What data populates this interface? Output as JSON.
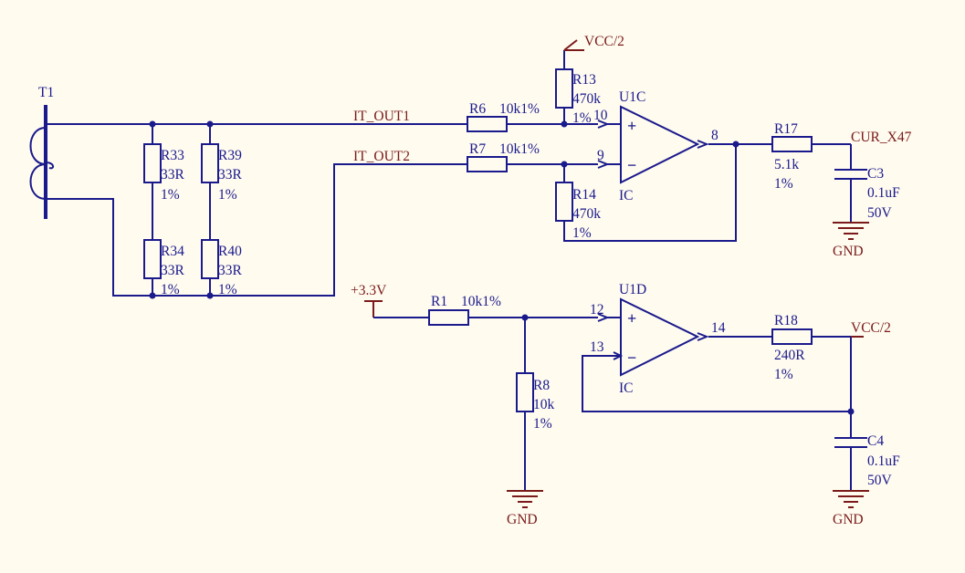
{
  "transformer": {
    "designator": "T1"
  },
  "nets": {
    "it_out1": "IT_OUT1",
    "it_out2": "IT_OUT2",
    "vcc_half_top": "VCC/2",
    "vcc_half_right": "VCC/2",
    "cur_x47": "CUR_X47",
    "plus_3v3": "+3.3V",
    "gnd_c3": "GND",
    "gnd_r8": "GND",
    "gnd_c4": "GND"
  },
  "resistors": {
    "r33": {
      "designator": "R33",
      "value": "33R",
      "tolerance": "1%"
    },
    "r39": {
      "designator": "R39",
      "value": "33R",
      "tolerance": "1%"
    },
    "r34": {
      "designator": "R34",
      "value": "33R",
      "tolerance": "1%"
    },
    "r40": {
      "designator": "R40",
      "value": "33R",
      "tolerance": "1%"
    },
    "r6": {
      "designator": "R6",
      "value": "10k1%"
    },
    "r7": {
      "designator": "R7",
      "value": "10k1%"
    },
    "r13": {
      "designator": "R13",
      "value": "470k",
      "tolerance": "1%"
    },
    "r14": {
      "designator": "R14",
      "value": "470k",
      "tolerance": "1%"
    },
    "r17": {
      "designator": "R17",
      "value": "5.1k",
      "tolerance": "1%"
    },
    "r1": {
      "designator": "R1",
      "value": "10k1%"
    },
    "r8": {
      "designator": "R8",
      "value": "10k",
      "tolerance": "1%"
    },
    "r18": {
      "designator": "R18",
      "value": "240R",
      "tolerance": "1%"
    }
  },
  "capacitors": {
    "c3": {
      "designator": "C3",
      "value": "0.1uF",
      "voltage": "50V"
    },
    "c4": {
      "designator": "C4",
      "value": "0.1uF",
      "voltage": "50V"
    }
  },
  "opamps": {
    "u1c": {
      "designator": "U1C",
      "part": "IC",
      "pin_plus": "10",
      "pin_minus": "9",
      "pin_out": "8",
      "sign_plus": "+",
      "sign_minus": "−"
    },
    "u1d": {
      "designator": "U1D",
      "part": "IC",
      "pin_plus": "12",
      "pin_minus": "13",
      "pin_out": "14",
      "sign_plus": "+",
      "sign_minus": "−"
    }
  },
  "colors": {
    "wire": "#1a1a8c",
    "net_label": "#7a1a1a",
    "background": "#fffbef"
  }
}
